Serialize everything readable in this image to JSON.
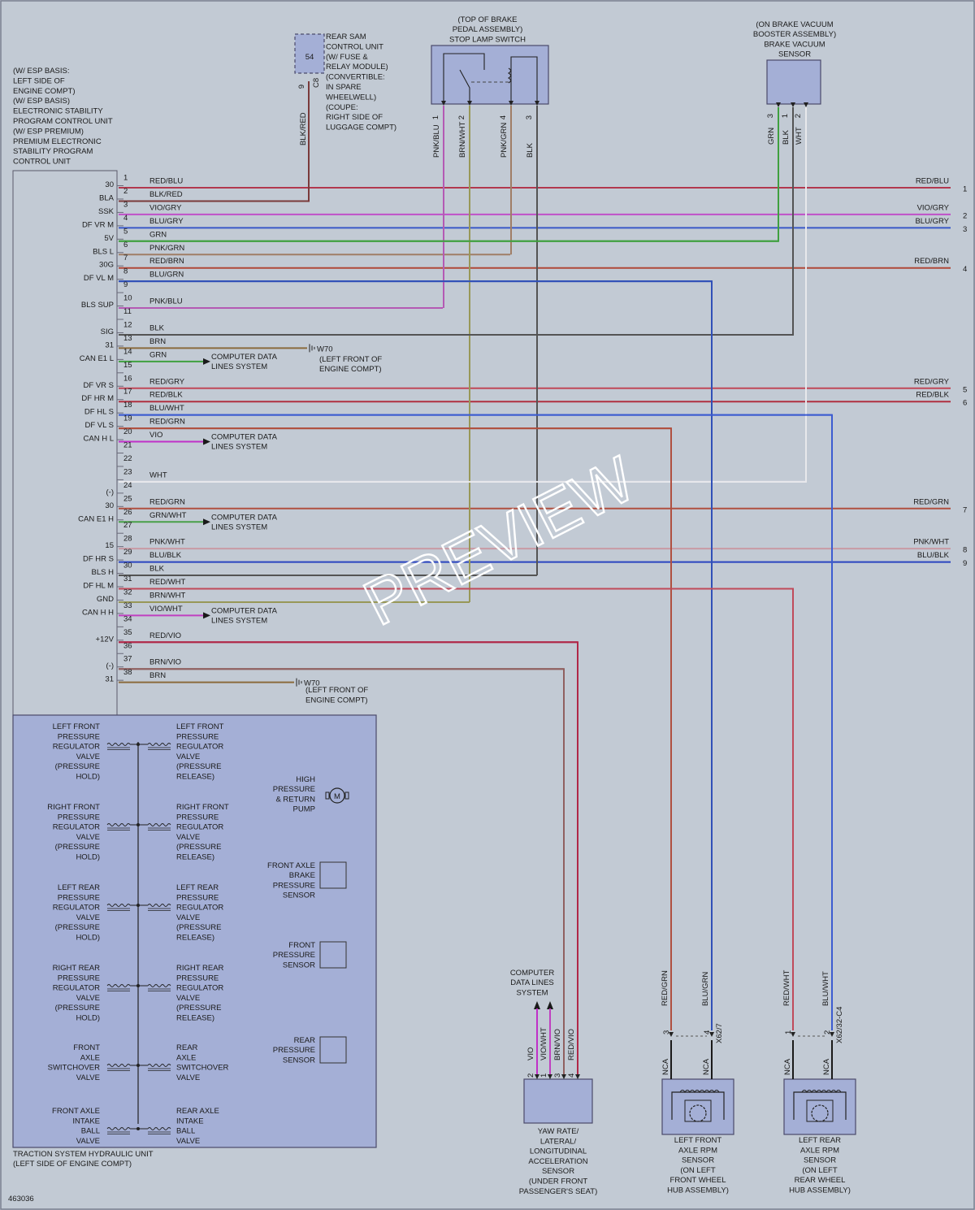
{
  "colors": {
    "background": "#c2cad4",
    "component_fill": "#a4afd6",
    "component_stroke": "#4a4a6a"
  },
  "wire_colors": {
    "RED/BLU": "#b2384e",
    "BLK/RED": "#7a3a3a",
    "VIO/GRY": "#c050c8",
    "BLU/GRY": "#3a58c8",
    "GRN": "#3fa03f",
    "PNK/GRN": "#a07e66",
    "RED/BRN": "#b04838",
    "BLU/GRN": "#3050b8",
    "PNK/BLU": "#b45ab4",
    "BLK": "#545454",
    "BRN": "#8a6a3c",
    "RED/GRY": "#c04858",
    "RED/BLK": "#b03040",
    "BLU/WHT": "#3c5cd0",
    "RED/GRN": "#b05040",
    "VIO": "#c030c8",
    "WHT": "#e8e8ec",
    "GRN/WHT": "#48a048",
    "PNK/WHT": "#c89aa4",
    "BLU/BLK": "#2a44c0",
    "RED/WHT": "#c04a5a",
    "BRN/WHT": "#989858",
    "VIO/WHT": "#c040c0",
    "RED/VIO": "#b02848",
    "BRN/VIO": "#906060"
  },
  "ecu": {
    "title_lines": [
      "(W/ ESP BASIS:",
      "LEFT SIDE OF",
      "ENGINE COMPT)",
      "(W/ ESP BASIS)",
      "ELECTRONIC STABILITY",
      "PROGRAM CONTROL UNIT",
      "(W/ ESP PREMIUM)",
      "PREMIUM ELECTRONIC",
      "STABILITY PROGRAM",
      "CONTROL UNIT"
    ]
  },
  "pins": [
    {
      "n": "1",
      "sig": "30",
      "wire": "RED/BLU",
      "end": 1170,
      "right_label": "RED/BLU",
      "out": "1"
    },
    {
      "n": "2",
      "sig": "BLA",
      "wire": "BLK/RED",
      "end": 380
    },
    {
      "n": "3",
      "sig": "SSK",
      "wire": "VIO/GRY",
      "end": 1170,
      "right_label": "VIO/GRY",
      "out": "2"
    },
    {
      "n": "4",
      "sig": "DF VR M",
      "wire": "BLU/GRY",
      "end": 1170,
      "right_label": "BLU/GRY",
      "out": "3"
    },
    {
      "n": "5",
      "sig": "5V",
      "wire": "GRN",
      "end": 958
    },
    {
      "n": "6",
      "sig": "BLS L",
      "wire": "PNK/GRN",
      "end": 628
    },
    {
      "n": "7",
      "sig": "30G",
      "wire": "RED/BRN",
      "end": 1170,
      "right_label": "RED/BRN",
      "out": "4"
    },
    {
      "n": "8",
      "sig": "DF VL M",
      "wire": "BLU/GRN",
      "end": 876
    },
    {
      "n": "9",
      "sig": "",
      "wire": "",
      "end": 0
    },
    {
      "n": "10",
      "sig": "BLS SUP",
      "wire": "PNK/BLU",
      "end": 545
    },
    {
      "n": "11",
      "sig": "",
      "wire": "",
      "end": 0
    },
    {
      "n": "12",
      "sig": "SIG",
      "wire": "BLK",
      "end": 976
    },
    {
      "n": "13",
      "sig": "31",
      "wire": "BRN",
      "end": 378
    },
    {
      "n": "14",
      "sig": "CAN E1 L",
      "wire": "GRN",
      "end": 250,
      "arrow": true
    },
    {
      "n": "15",
      "sig": "",
      "wire": "",
      "end": 0
    },
    {
      "n": "16",
      "sig": "DF VR S",
      "wire": "RED/GRY",
      "end": 1170,
      "right_label": "RED/GRY",
      "out": "5"
    },
    {
      "n": "17",
      "sig": "DF HR M",
      "wire": "RED/BLK",
      "end": 1170,
      "right_label": "RED/BLK",
      "out": "6"
    },
    {
      "n": "18",
      "sig": "DF HL S",
      "wire": "BLU/WHT",
      "end": 1024
    },
    {
      "n": "19",
      "sig": "DF VL S",
      "wire": "RED/GRN",
      "end": 826
    },
    {
      "n": "20",
      "sig": "CAN H L",
      "wire": "VIO",
      "end": 250,
      "arrow": true
    },
    {
      "n": "21",
      "sig": "",
      "wire": "",
      "end": 0
    },
    {
      "n": "22",
      "sig": "",
      "wire": "",
      "end": 0
    },
    {
      "n": "23",
      "sig": "",
      "wire": "WHT",
      "end": 992
    },
    {
      "n": "24",
      "sig": "(-)",
      "wire": "",
      "end": 0
    },
    {
      "n": "25",
      "sig": "30",
      "wire": "RED/GRN",
      "end": 1170,
      "right_label": "RED/GRN",
      "out": "7"
    },
    {
      "n": "26",
      "sig": "CAN E1 H",
      "wire": "GRN/WHT",
      "end": 250,
      "arrow": true
    },
    {
      "n": "27",
      "sig": "",
      "wire": "",
      "end": 0
    },
    {
      "n": "28",
      "sig": "15",
      "wire": "PNK/WHT",
      "end": 1170,
      "right_label": "PNK/WHT",
      "out": "8"
    },
    {
      "n": "29",
      "sig": "DF HR S",
      "wire": "BLU/BLK",
      "end": 1170,
      "right_label": "BLU/BLK",
      "out": "9"
    },
    {
      "n": "30",
      "sig": "BLS H",
      "wire": "BLK",
      "end": 661
    },
    {
      "n": "31",
      "sig": "DF HL M",
      "wire": "RED/WHT",
      "end": 976
    },
    {
      "n": "32",
      "sig": "GND",
      "wire": "BRN/WHT",
      "end": 578
    },
    {
      "n": "33",
      "sig": "CAN H H",
      "wire": "VIO/WHT",
      "end": 250,
      "arrow": true
    },
    {
      "n": "34",
      "sig": "",
      "wire": "",
      "end": 0
    },
    {
      "n": "35",
      "sig": "+12V",
      "wire": "RED/VIO",
      "end": 711
    },
    {
      "n": "36",
      "sig": "",
      "wire": "",
      "end": 0
    },
    {
      "n": "37",
      "sig": "(-)",
      "wire": "BRN/VIO",
      "end": 694
    },
    {
      "n": "38",
      "sig": "31",
      "wire": "BRN",
      "end": 362
    }
  ],
  "cds_label": [
    "COMPUTER DATA",
    "LINES SYSTEM"
  ],
  "ground": {
    "name": "W70",
    "lines": [
      "(LEFT FRONT OF",
      "ENGINE COMPT)"
    ]
  },
  "rear_sam": {
    "pin_box": "54",
    "pin": "9",
    "connector": "C8",
    "wire": "BLK/RED",
    "lines": [
      "REAR SAM",
      "CONTROL UNIT",
      "(W/ FUSE &",
      "RELAY MODULE)",
      "(CONVERTIBLE:",
      "IN SPARE",
      "WHEELWELL)",
      "(COUPE:",
      "RIGHT SIDE OF",
      "LUGGAGE COMPT)"
    ]
  },
  "stop_lamp": {
    "lines": [
      "(TOP OF BRAKE",
      "PEDAL ASSEMBLY)",
      "STOP LAMP SWITCH"
    ],
    "pins": [
      {
        "n": "1",
        "wire": "PNK/BLU"
      },
      {
        "n": "2",
        "wire": "BRN/WHT"
      },
      {
        "n": "4",
        "wire": "PNK/GRN"
      },
      {
        "n": "3",
        "wire": "BLK"
      }
    ]
  },
  "vacuum": {
    "lines": [
      "(ON BRAKE VACUUM",
      "BOOSTER ASSEMBLY)",
      "BRAKE VACUUM",
      "SENSOR"
    ],
    "pins": [
      {
        "n": "3",
        "wire": "GRN"
      },
      {
        "n": "1",
        "wire": "BLK"
      },
      {
        "n": "2",
        "wire": "WHT"
      }
    ]
  },
  "hydraulic": {
    "title": [
      "TRACTION SYSTEM HYDRAULIC UNIT",
      "(LEFT SIDE OF ENGINE COMPT)"
    ],
    "left": [
      [
        "LEFT FRONT",
        "PRESSURE",
        "REGULATOR",
        "VALVE",
        "(PRESSURE",
        "HOLD)"
      ],
      [
        "RIGHT FRONT",
        "PRESSURE",
        "REGULATOR",
        "VALVE",
        "(PRESSURE",
        "HOLD)"
      ],
      [
        "LEFT REAR",
        "PRESSURE",
        "REGULATOR",
        "VALVE",
        "(PRESSURE",
        "HOLD)"
      ],
      [
        "RIGHT REAR",
        "PRESSURE",
        "REGULATOR",
        "VALVE",
        "(PRESSURE",
        "HOLD)"
      ],
      [
        "FRONT",
        "AXLE",
        "SWITCHOVER",
        "VALVE"
      ],
      [
        "FRONT AXLE",
        "INTAKE",
        "BALL",
        "VALVE"
      ]
    ],
    "right": [
      [
        "LEFT FRONT",
        "PRESSURE",
        "REGULATOR",
        "VALVE",
        "(PRESSURE",
        "RELEASE)"
      ],
      [
        "RIGHT FRONT",
        "PRESSURE",
        "REGULATOR",
        "VALVE",
        "(PRESSURE",
        "RELEASE)"
      ],
      [
        "LEFT REAR",
        "PRESSURE",
        "REGULATOR",
        "VALVE",
        "(PRESSURE",
        "RELEASE)"
      ],
      [
        "RIGHT REAR",
        "PRESSURE",
        "REGULATOR",
        "VALVE",
        "(PRESSURE",
        "RELEASE)"
      ],
      [
        "REAR",
        "AXLE",
        "SWITCHOVER",
        "VALVE"
      ],
      [
        "REAR AXLE",
        "INTAKE",
        "BALL",
        "VALVE"
      ]
    ],
    "pump": {
      "lines": [
        "HIGH",
        "PRESSURE",
        "& RETURN",
        "PUMP"
      ],
      "symbol": "M"
    },
    "sensors": [
      [
        "FRONT AXLE",
        "BRAKE",
        "PRESSURE",
        "SENSOR"
      ],
      [
        "FRONT",
        "PRESSURE",
        "SENSOR"
      ],
      [
        "REAR",
        "PRESSURE",
        "SENSOR"
      ]
    ]
  },
  "yaw": {
    "lines": [
      "YAW RATE/",
      "LATERAL/",
      "LONGITUDINAL",
      "ACCELERATION",
      "SENSOR",
      "(UNDER FRONT",
      "PASSENGER'S SEAT)"
    ],
    "cds_lines": [
      "COMPUTER",
      "DATA LINES",
      "SYSTEM"
    ],
    "pins": [
      {
        "n": "2",
        "wire": "VIO"
      },
      {
        "n": "1",
        "wire": "VIO/WHT"
      },
      {
        "n": "3",
        "wire": "BRN/VIO"
      },
      {
        "n": "4",
        "wire": "RED/VIO"
      }
    ]
  },
  "lf_rpm": {
    "lines": [
      "LEFT FRONT",
      "AXLE RPM",
      "SENSOR",
      "(ON LEFT",
      "FRONT WHEEL",
      "HUB ASSEMBLY)"
    ],
    "connector": "X62/7",
    "pins": [
      {
        "n": "3",
        "wire": "RED/GRN",
        "nca": "NCA"
      },
      {
        "n": "4",
        "wire": "BLU/GRN",
        "nca": "NCA"
      }
    ]
  },
  "lr_rpm": {
    "lines": [
      "LEFT REAR",
      "AXLE RPM",
      "SENSOR",
      "(ON LEFT",
      "REAR WHEEL",
      "HUB ASSEMBLY)"
    ],
    "connector": "X62/32-C4",
    "pins": [
      {
        "n": "1",
        "wire": "RED/WHT",
        "nca": "NCA"
      },
      {
        "n": "2",
        "wire": "BLU/WHT",
        "nca": "NCA"
      }
    ]
  },
  "diagram_id": "463036",
  "watermark": "PREVIEW"
}
